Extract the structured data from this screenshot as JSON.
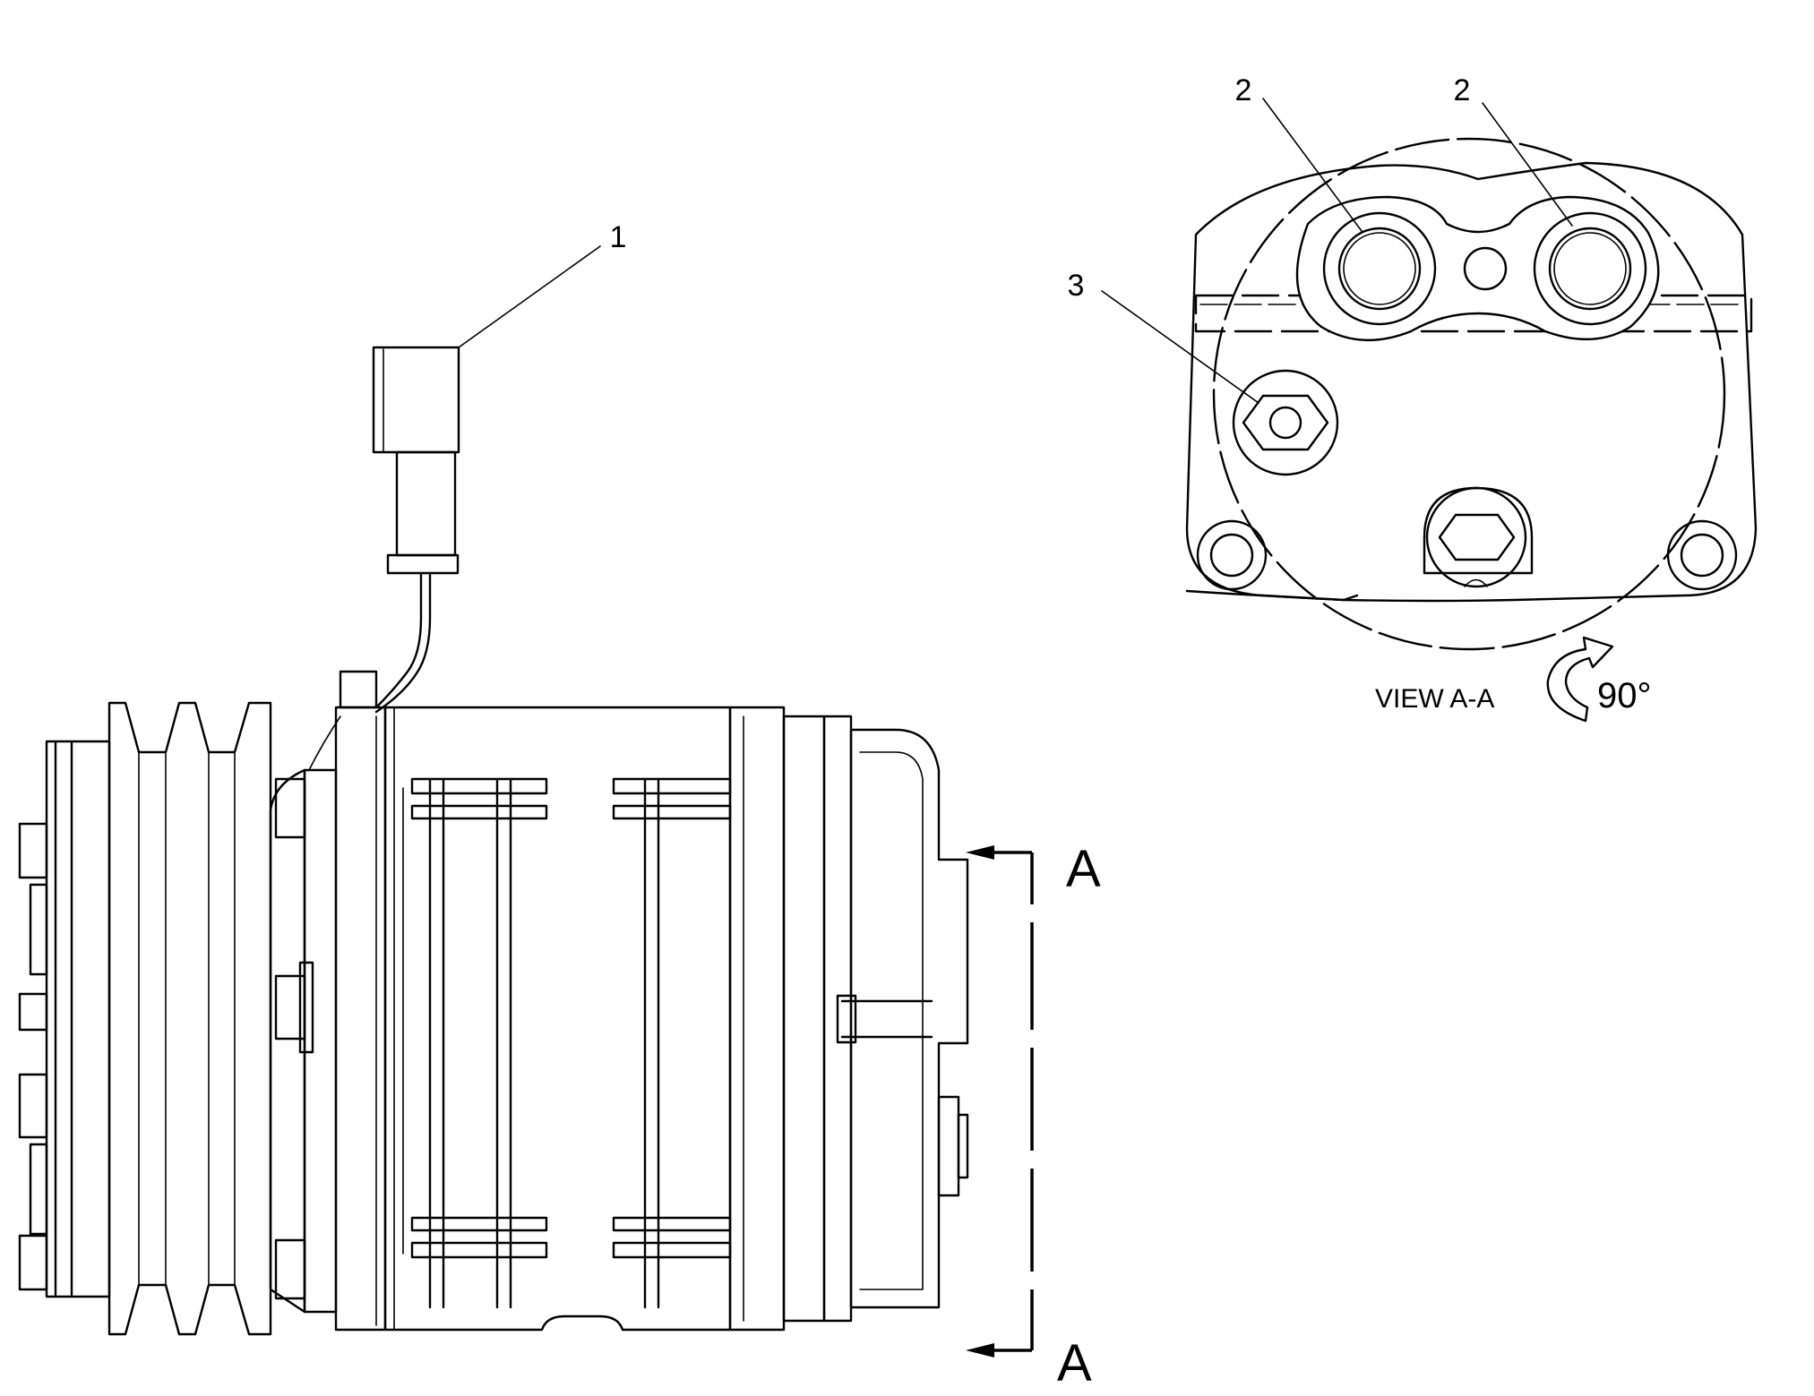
{
  "callouts": [
    {
      "id": "1",
      "label": "1"
    },
    {
      "id": "2a",
      "label": "2"
    },
    {
      "id": "2b",
      "label": "2"
    },
    {
      "id": "3",
      "label": "3"
    }
  ],
  "section": {
    "top_letter": "A",
    "bottom_letter": "A"
  },
  "view": {
    "label": "VIEW  A-A",
    "rotation": "90°"
  }
}
